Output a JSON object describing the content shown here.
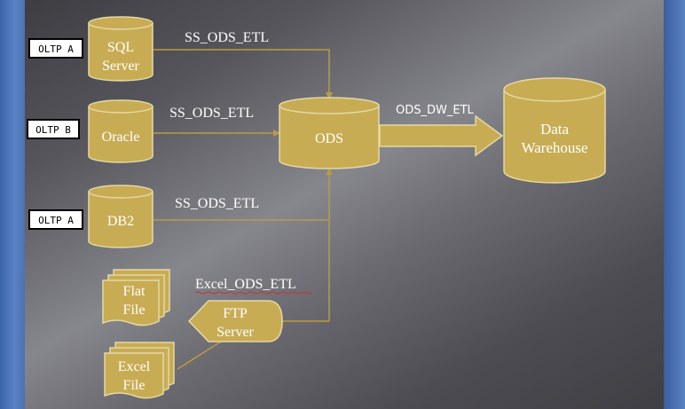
{
  "colors": {
    "shape_fill": "#c8ac54",
    "shape_stroke": "#e6d8a4",
    "connector": "#b89c48",
    "text": "#ffffff",
    "tag_background": "#ffffff",
    "tag_text": "#000000"
  },
  "sources": {
    "sql_server": {
      "tag": "OLTP A",
      "label_line1": "SQL",
      "label_line2": "Server",
      "etl": "SS_ODS_ETL"
    },
    "oracle": {
      "tag": "OLTP B",
      "label": "Oracle",
      "etl": "SS_ODS_ETL"
    },
    "db2": {
      "tag": "OLTP A",
      "label": "DB2",
      "etl": "SS_ODS_ETL"
    }
  },
  "files": {
    "flat_file": {
      "line1": "Flat",
      "line2": "File"
    },
    "excel_file": {
      "line1": "Excel",
      "line2": "File"
    },
    "etl": "Excel_ODS_ETL"
  },
  "ftp": {
    "line1": "FTP",
    "line2": "Server"
  },
  "ods": {
    "label": "ODS"
  },
  "dw_etl": "ODS_DW_ETL",
  "warehouse": {
    "line1": "Data",
    "line2": "Warehouse"
  }
}
